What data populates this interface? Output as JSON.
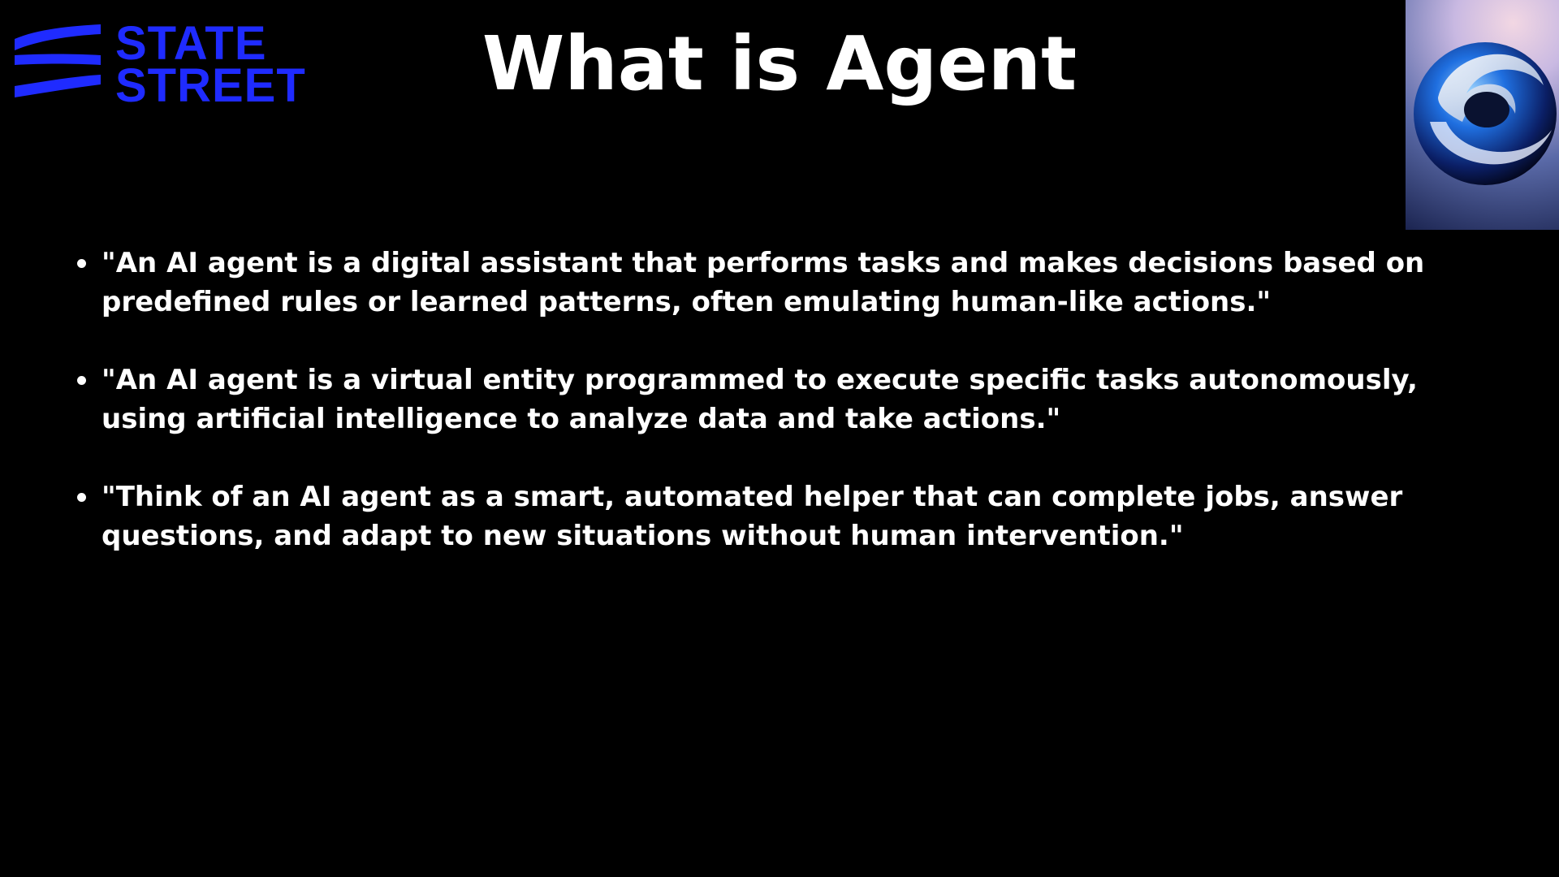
{
  "logo": {
    "line1": "STATE",
    "line2": "STREET",
    "color": "#1f2bff",
    "icon": "state-street-stripes-logo"
  },
  "slide": {
    "title": "What is Agent"
  },
  "corner_image": {
    "icon": "abstract-blue-sphere-image"
  },
  "bullets": [
    "\"An AI agent is a digital assistant that performs tasks and makes decisions based on predefined rules or learned patterns, often emulating human-like actions.\"",
    "\"An AI agent is a virtual entity programmed to execute specific tasks autonomously, using artificial intelligence to analyze data and take actions.\"",
    "\"Think of an AI agent as a smart, automated helper that can complete jobs, answer questions, and adapt to new situations without human intervention.\""
  ],
  "colors": {
    "background": "#000000",
    "text": "#ffffff",
    "brand_blue": "#1f2bff"
  }
}
